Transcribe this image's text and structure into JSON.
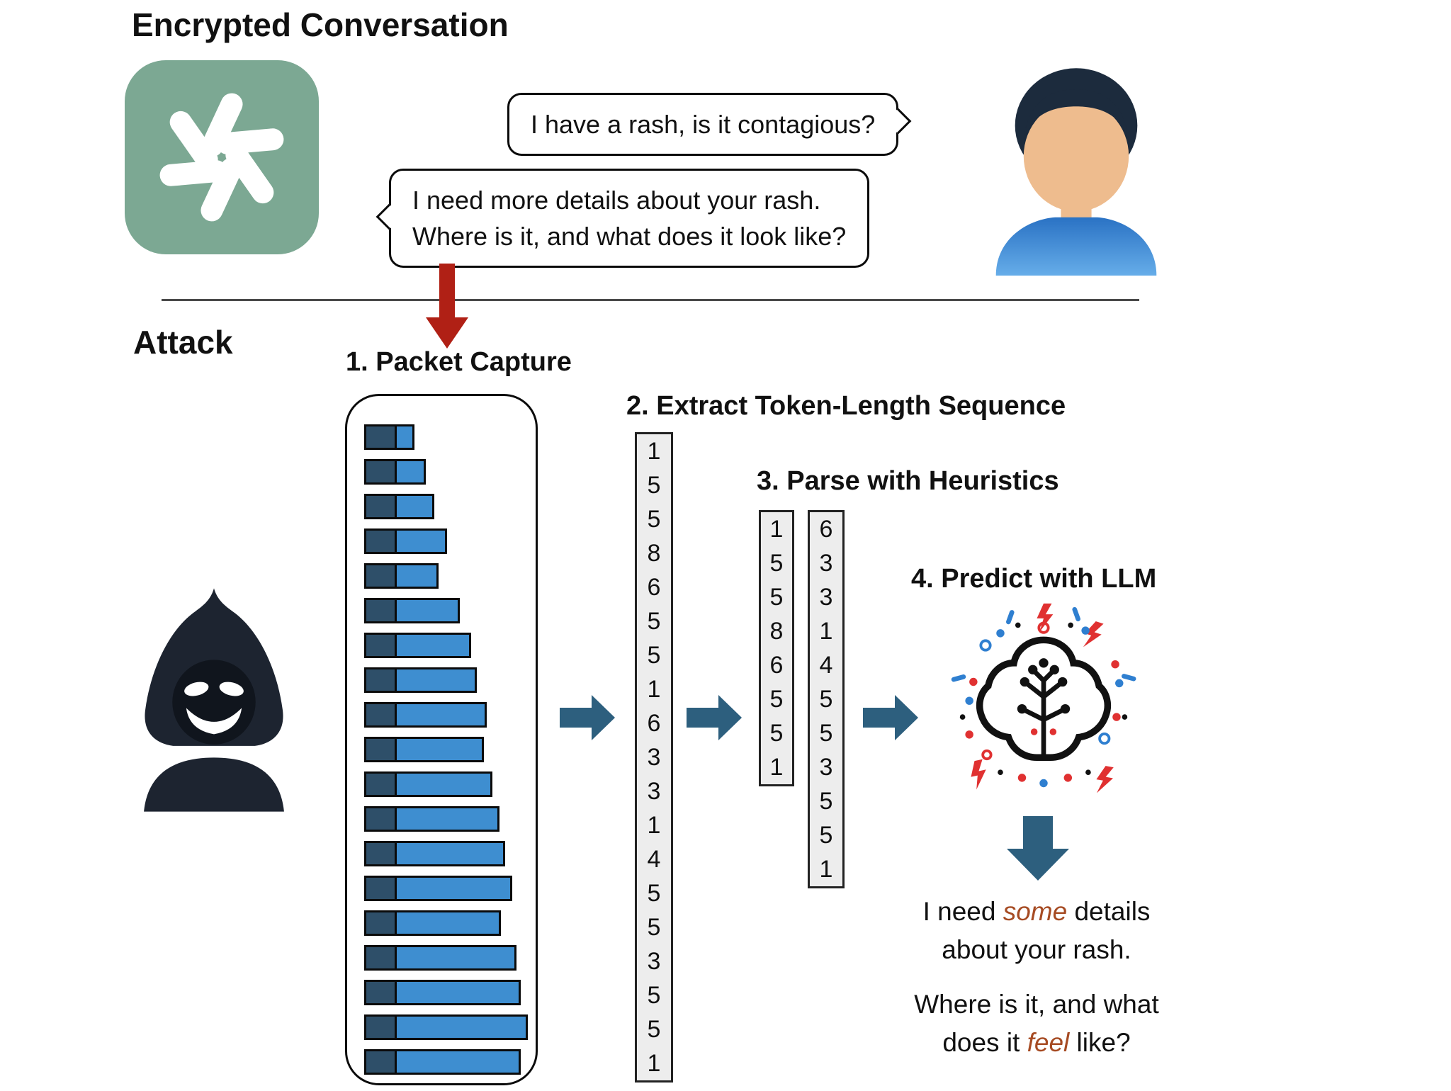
{
  "header": {
    "title": "Encrypted Conversation",
    "attack_label": "Attack"
  },
  "conversation": {
    "user_message": "I have a rash, is it contagious?",
    "bot_message_line1": "I need more details about your rash.",
    "bot_message_line2": "Where is it, and what does it look like?"
  },
  "steps": {
    "step1": "1. Packet Capture",
    "step2": "2. Extract Token-Length Sequence",
    "step3": "3. Parse with Heuristics",
    "step4": "4. Predict with LLM"
  },
  "packet_capture": {
    "bar_dark_width": 46,
    "bar_light_widths": [
      28,
      44,
      56,
      74,
      62,
      92,
      108,
      116,
      130,
      126,
      138,
      148,
      156,
      166,
      150,
      172,
      178,
      188,
      178
    ]
  },
  "token_sequence": [
    1,
    5,
    5,
    8,
    6,
    5,
    5,
    1,
    6,
    3,
    3,
    1,
    4,
    5,
    5,
    3,
    5,
    5,
    1
  ],
  "parsed_sequences": {
    "first": [
      1,
      5,
      5,
      8,
      6,
      5,
      5,
      1
    ],
    "second": [
      6,
      3,
      3,
      1,
      4,
      5,
      5,
      3,
      5,
      5,
      1
    ]
  },
  "prediction": {
    "p1_pre": "I need ",
    "p1_em": "some",
    "p1_post": " details",
    "p1_line2": "about your rash.",
    "p2_line1": "Where is it, and what",
    "p2_pre": "does it ",
    "p2_em": "feel",
    "p2_post": " like?"
  },
  "icons": {
    "chatgpt_logo": "openai-knot",
    "user_avatar": "person-bust",
    "attacker": "hooded-hacker",
    "llm": "ai-brain",
    "flow": "block-arrow-right",
    "capture": "red-arrow-down",
    "output": "block-arrow-down"
  },
  "colors": {
    "logo_green": "#7CA893",
    "bar_dark": "#2E4F69",
    "bar_light": "#3E8ED0",
    "arrow_blue": "#2D5F7E",
    "arrow_red": "#B02015",
    "em_text": "#A64B23",
    "column_bg": "#EDEDED",
    "hacker_dark": "#1D2430",
    "hacker_face": "#10151D",
    "hair": "#1C2B3D",
    "skin": "#EEBC8E",
    "shirt_top": "#2A72C4",
    "shirt_bottom": "#66ADE9",
    "deco_red": "#E03131",
    "deco_blue": "#2F7FD0",
    "ink": "#111111"
  }
}
